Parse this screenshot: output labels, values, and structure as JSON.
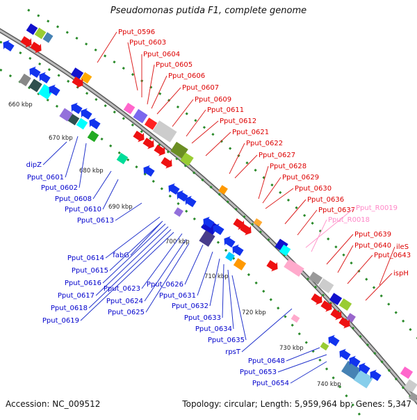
{
  "title": "Pseudomonas putida F1, complete genome",
  "footer": {
    "accession": "Accession: NC_009512",
    "summary": "Topology: circular; Length: 5,959,964 bp; Genes: 5,347"
  },
  "colors": {
    "backbone": "#8f8f8f",
    "dots": "#2a8a2a",
    "forward_label": "#dd0000",
    "reverse_label": "#0000cc",
    "rna_label": "#ff88c8",
    "leader_red": "#dd2222",
    "leader_blue": "#2233cc",
    "leader_pink": "#ff99cc"
  },
  "scale_labels": [
    "660 kbp",
    "670 kbp",
    "680 kbp",
    "690 kbp",
    "700 kbp",
    "710 kbp",
    "720 kbp",
    "730 kbp",
    "740 kbp"
  ],
  "forward_genes": [
    "Pput_0596",
    "Pput_0603",
    "Pput_0604",
    "Pput_0605",
    "Pput_0606",
    "Pput_0607",
    "Pput_0609",
    "Pput_0611",
    "Pput_0612",
    "Pput_0621",
    "Pput_0622",
    "Pput_0627",
    "Pput_0628",
    "Pput_0629",
    "Pput_0630",
    "Pput_0636",
    "Pput_0637",
    "Pput_0639",
    "Pput_0640",
    "Pput_0643",
    "ileS",
    "ispH"
  ],
  "rna_genes": [
    "Pput_R0019",
    "Pput_R0018"
  ],
  "reverse_genes": [
    "dipZ",
    "Pput_0601",
    "Pput_0602",
    "Pput_0608",
    "Pput_0610",
    "Pput_0613",
    "Pput_0614",
    "fabG",
    "Pput_0615",
    "Pput_0616",
    "Pput_0617",
    "Pput_0618",
    "Pput_0619",
    "Pput_0623",
    "Pput_0624",
    "Pput_0625",
    "Pput_0626",
    "Pput_0631",
    "Pput_0632",
    "Pput_0633",
    "Pput_0634",
    "Pput_0635",
    "rpsT",
    "Pput_0648",
    "Pput_0653",
    "Pput_0654"
  ]
}
